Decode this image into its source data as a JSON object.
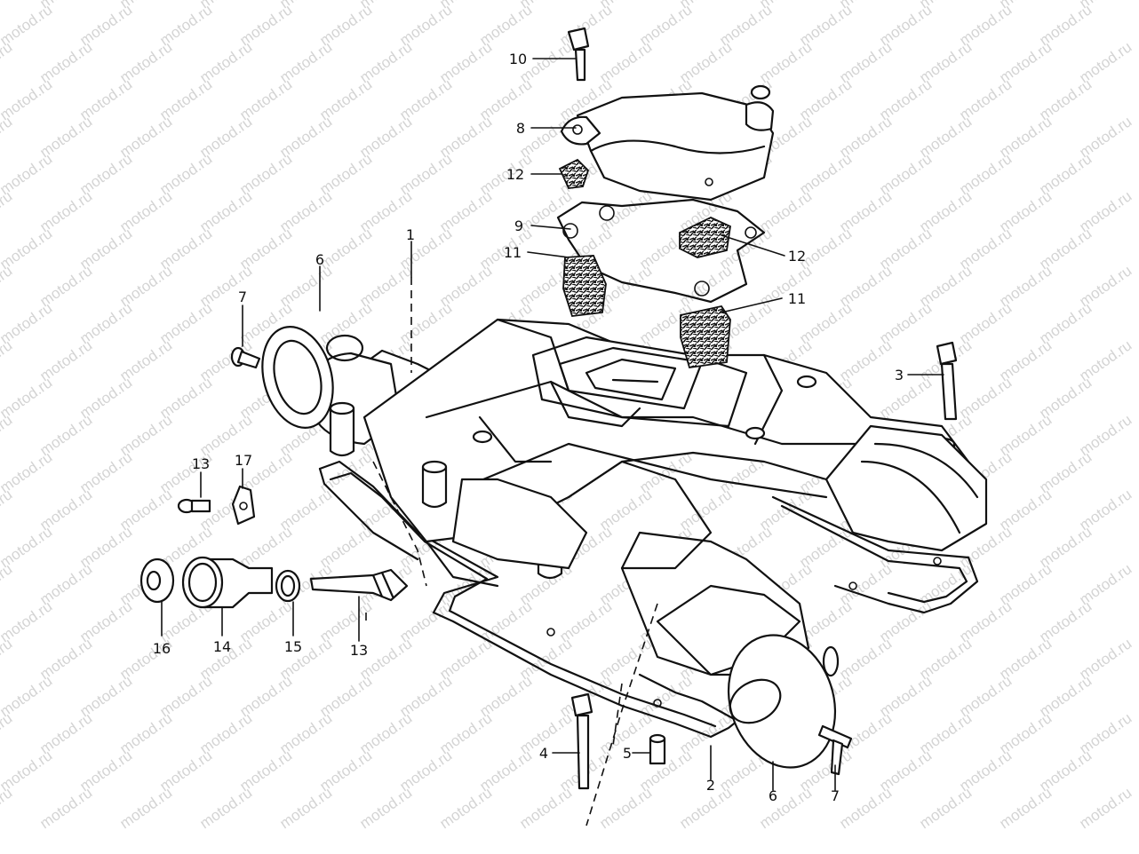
{
  "watermark": "motod.ru",
  "callouts": [
    {
      "id": "c1",
      "text": "1"
    },
    {
      "id": "c2",
      "text": "2"
    },
    {
      "id": "c3",
      "text": "3"
    },
    {
      "id": "c4",
      "text": "4"
    },
    {
      "id": "c5",
      "text": "5"
    },
    {
      "id": "c6a",
      "text": "6"
    },
    {
      "id": "c6b",
      "text": "6"
    },
    {
      "id": "c7a",
      "text": "7"
    },
    {
      "id": "c7b",
      "text": "7"
    },
    {
      "id": "c8",
      "text": "8"
    },
    {
      "id": "c9",
      "text": "9"
    },
    {
      "id": "c10",
      "text": "10"
    },
    {
      "id": "c11a",
      "text": "11"
    },
    {
      "id": "c11b",
      "text": "11"
    },
    {
      "id": "c12a",
      "text": "12"
    },
    {
      "id": "c12b",
      "text": "12"
    },
    {
      "id": "c13a",
      "text": "13"
    },
    {
      "id": "c13b",
      "text": "13"
    },
    {
      "id": "c14",
      "text": "14"
    },
    {
      "id": "c15",
      "text": "15"
    },
    {
      "id": "c16",
      "text": "16"
    },
    {
      "id": "c17",
      "text": "17"
    }
  ],
  "colors": {
    "ink": "#111111",
    "paper": "#ffffff",
    "watermark": "#d4d4d4"
  }
}
